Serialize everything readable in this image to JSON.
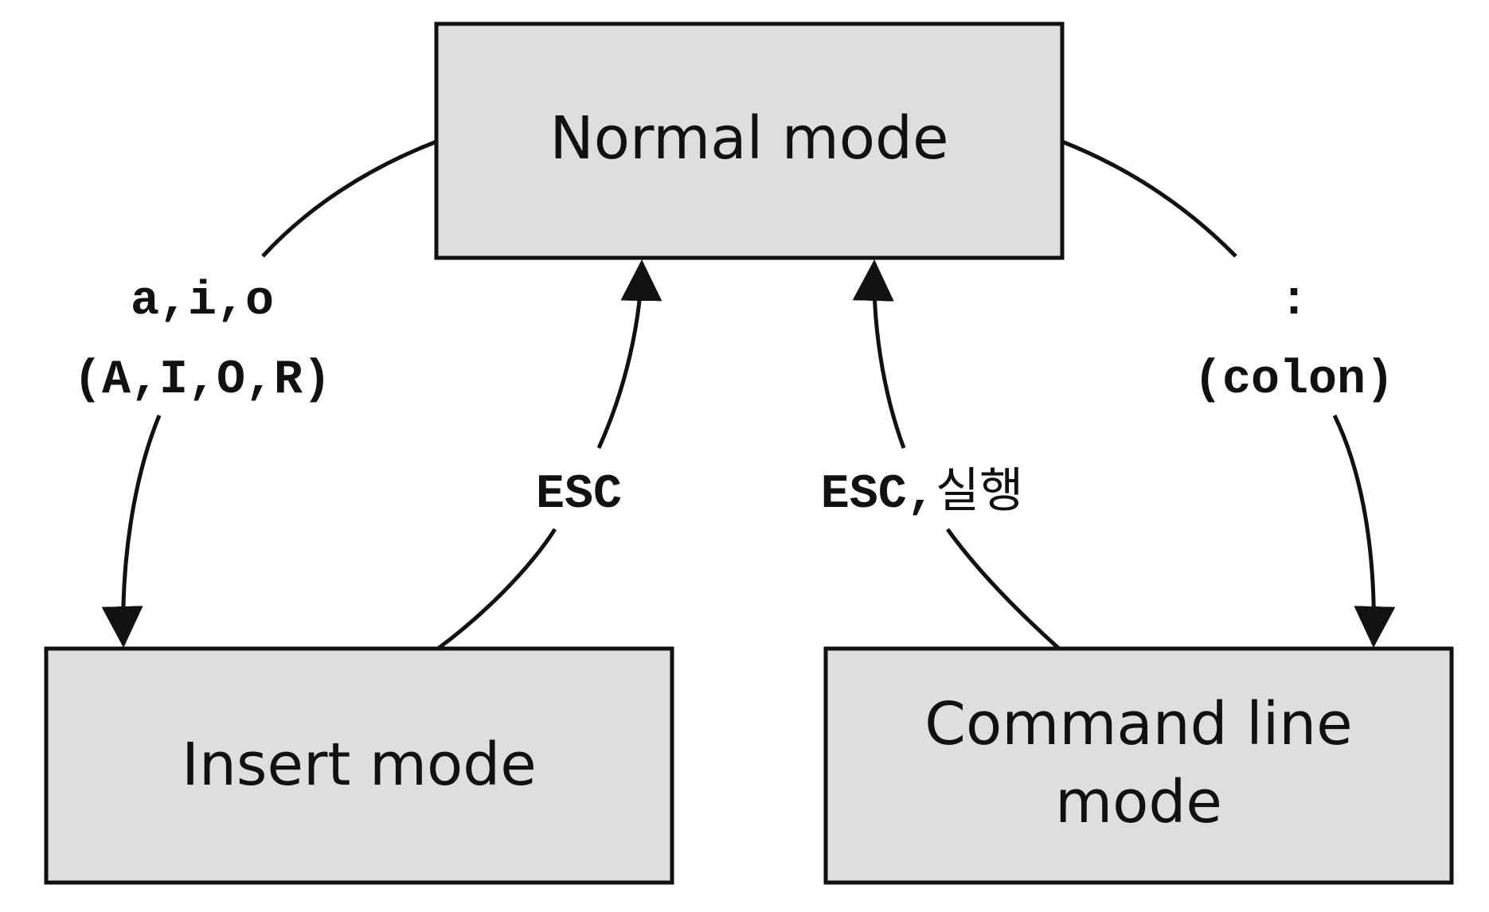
{
  "diagram": {
    "nodes": {
      "normal": {
        "label": "Normal mode"
      },
      "insert": {
        "label": "Insert mode"
      },
      "command": {
        "label_line1": "Command line",
        "label_line2": "mode"
      }
    },
    "edges": {
      "normal_to_insert": {
        "label_line1": "a,i,o",
        "label_line2": "(A,I,O,R)"
      },
      "insert_to_normal": {
        "label": "ESC"
      },
      "command_to_normal": {
        "label_prefix": "ESC,",
        "label_korean": "실행"
      },
      "normal_to_command": {
        "label_line1": ":",
        "label_line2": "(colon)"
      }
    },
    "colors": {
      "box_fill": "#dedede",
      "stroke": "#111111",
      "background": "#ffffff"
    }
  }
}
